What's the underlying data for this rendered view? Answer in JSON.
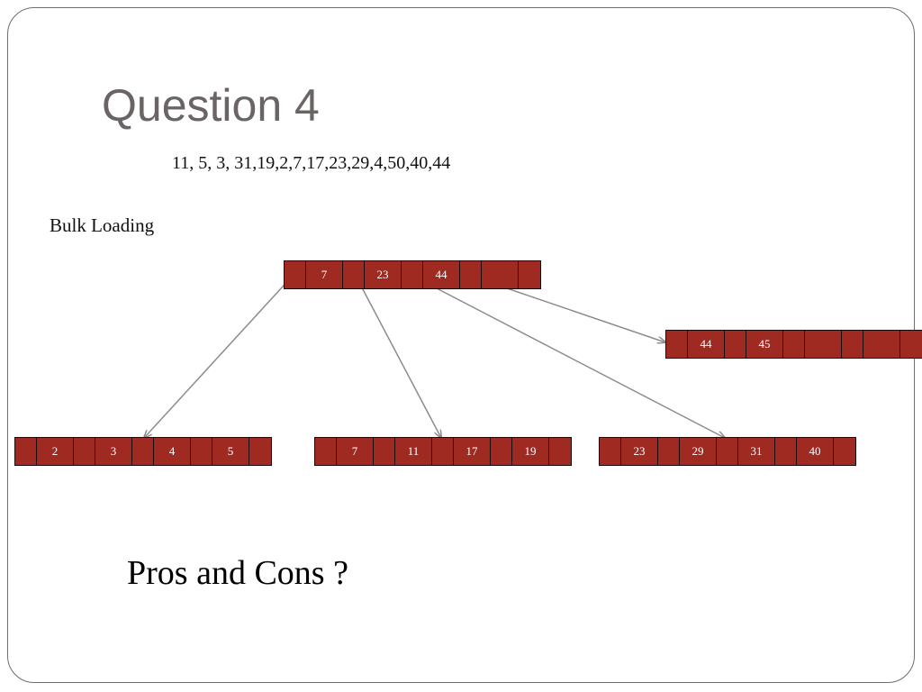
{
  "slide": {
    "title": "Question 4",
    "sequence": "11, 5, 3, 31,19,2,7,17,23,29,4,50,40,44",
    "subtitle": "Bulk Loading",
    "question": "Pros and Cons ?"
  },
  "colors": {
    "node_fill": "#9e2a22",
    "node_border": "#1a0a08",
    "arrow": "#8c8c8c",
    "title": "#6b6464"
  },
  "tree": {
    "root": {
      "keys": [
        "7",
        "23",
        "44",
        "",
        ""
      ]
    },
    "right_node": {
      "keys": [
        "44",
        "45",
        "",
        "",
        ""
      ]
    },
    "leaves": [
      {
        "keys": [
          "2",
          "3",
          "4",
          "5"
        ]
      },
      {
        "keys": [
          "7",
          "11",
          "17",
          "19"
        ]
      },
      {
        "keys": [
          "23",
          "29",
          "31",
          "40"
        ]
      }
    ]
  }
}
